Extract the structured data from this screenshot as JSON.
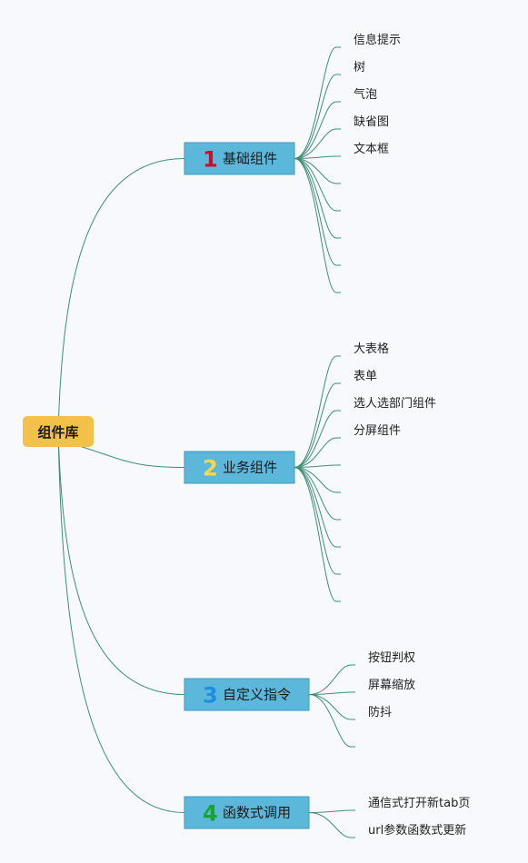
{
  "colors": {
    "edge": "#3d8f74",
    "root": "#f3c04a",
    "branch": "#5cb8db"
  },
  "root": {
    "label": "组件库"
  },
  "branches": [
    {
      "number": "1",
      "number_color": "#c8102e",
      "label": "基础组件",
      "leaves": [
        "信息提示",
        "树",
        "气泡",
        "缺省图",
        "文本框",
        "",
        "",
        "",
        "",
        ""
      ]
    },
    {
      "number": "2",
      "number_color": "#f6d94a",
      "label": "业务组件",
      "leaves": [
        "大表格",
        "表单",
        "选人选部门组件",
        "分屏组件",
        "",
        "",
        "",
        "",
        "",
        ""
      ]
    },
    {
      "number": "3",
      "number_color": "#1e8fe0",
      "label": "自定义指令",
      "leaves": [
        "按钮判权",
        "屏幕缩放",
        "防抖",
        ""
      ]
    },
    {
      "number": "4",
      "number_color": "#1aa32c",
      "label": "函数式调用",
      "leaves": [
        "通信式打开新tab页",
        "url参数函数式更新"
      ]
    }
  ]
}
